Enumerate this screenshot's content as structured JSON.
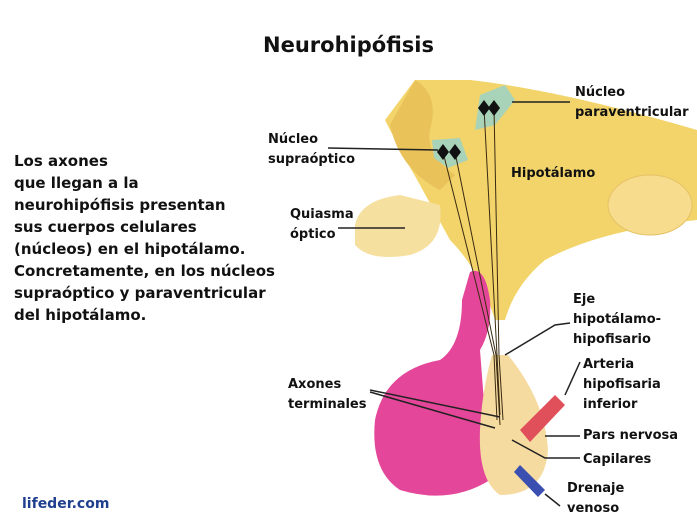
{
  "title": "Neurohipófisis",
  "description": [
    "Los axones",
    "que llegan a la",
    "neurohipófisis presentan",
    "sus cuerpos celulares",
    "(núcleos) en el hipotálamo.",
    "Concretamente, en los núcleos",
    "supraóptico y paraventricular",
    "del hipotálamo."
  ],
  "labels": {
    "nucleo_supraoptico": [
      "Núcleo",
      "supraóptico"
    ],
    "nucleo_paraventricular": [
      "Núcleo",
      "paraventricular"
    ],
    "hipotalamo": "Hipotálamo",
    "quiasma_optico": [
      "Quiasma",
      "óptico"
    ],
    "eje": [
      "Eje",
      "hipotálamo-",
      "hipofisario"
    ],
    "axones_terminales": [
      "Axones",
      "terminales"
    ],
    "arteria": [
      "Arteria",
      "hipofisaria",
      "inferior"
    ],
    "pars_nervosa": "Pars nervosa",
    "capilares": "Capilares",
    "drenaje": [
      "Drenaje",
      "venoso"
    ]
  },
  "brand": "lifeder.com",
  "colors": {
    "hypothalamus": "#f2d46a",
    "pink": "#e4479a",
    "posterior": "#f6dba0",
    "nucleus": "#a9d3b8"
  }
}
